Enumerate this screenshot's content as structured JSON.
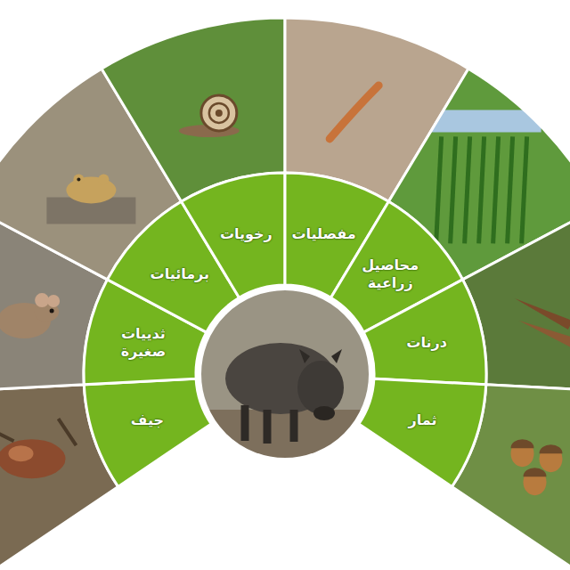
{
  "diagram": {
    "nodes": [
      {
        "text": [
          "جيف"
        ]
      },
      {
        "text": [
          "ثدييات صغيرة"
        ]
      },
      {
        "text": [
          "برمائيات"
        ]
      },
      {
        "text": [
          "رخويات"
        ]
      },
      {
        "text": [
          "مفصليات"
        ]
      },
      {
        "text": [
          "محاصيل زراعية"
        ]
      },
      {
        "text": [
          "درنات"
        ]
      },
      {
        "text": [
          "ثمار"
        ]
      }
    ]
  }
}
